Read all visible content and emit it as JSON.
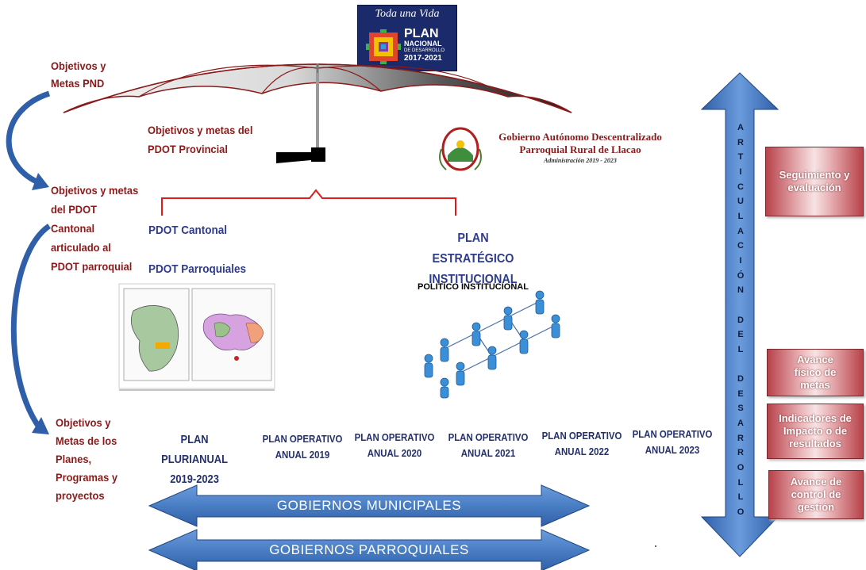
{
  "logo": {
    "slogan": "Toda una Vida",
    "plan_line1": "PLAN",
    "plan_line2": "NACIONAL",
    "plan_line3": "DE DESARROLLO",
    "plan_years": "2017-2021"
  },
  "left_labels": {
    "pnd": [
      "Objetivos y",
      "Metas PND"
    ],
    "pdot_cantonal": [
      "Objetivos y metas",
      "del PDOT",
      "Cantonal",
      "articulado al",
      "PDOT parroquial"
    ],
    "planes": [
      "Objetivos y",
      "Metas de los",
      "Planes,",
      "Programas y",
      "proyectos"
    ]
  },
  "umbrella_label": [
    "Objetivos y metas del",
    "PDOT Provincial"
  ],
  "gad": {
    "line1": "Gobierno Autónomo Descentralizado",
    "line2": "Parroquial Rural de Llacao",
    "line3": "Administración 2019 - 2023"
  },
  "pdot_cantonal": "PDOT Cantonal",
  "pdot_parroquiales": "PDOT Parroquiales",
  "plan_estrategico": [
    "PLAN ESTRATÉGICO",
    "INSTITUCIONAL"
  ],
  "politico": "POLITICO INSTITUCIONAL",
  "plurianual": [
    "PLAN PLURIANUAL",
    "2019-2023"
  ],
  "planes_operativos": [
    [
      "PLAN OPERATIVO",
      "ANUAL 2019"
    ],
    [
      "PLAN OPERATIVO",
      "ANUAL 2020"
    ],
    [
      "PLAN OPERATIVO",
      "ANUAL 2021"
    ],
    [
      "PLAN OPERATIVO",
      "ANUAL 2022"
    ],
    [
      "PLAN OPERATIVO",
      "ANUAL 2023"
    ]
  ],
  "banners": {
    "municipales": "GOBIERNOS  MUNICIPALES",
    "parroquiales": "GOBIERNOS  PARROQUIALES"
  },
  "vertical_arrow_text": "ARTICULACIÓN DEL DESARROLLO",
  "side_boxes": {
    "seguimiento": "Seguimiento y evaluación",
    "avance_fisico": "Avance físico de metas",
    "indicadores": "Indicadores de Impacto o de resultados",
    "avance_control": "Avance de control de gestión"
  },
  "colors": {
    "dark_red": "#8b1a1a",
    "navy_text": "#24306e",
    "arrow_blue": "#4a7ec4",
    "box_red": "#b8424a"
  }
}
